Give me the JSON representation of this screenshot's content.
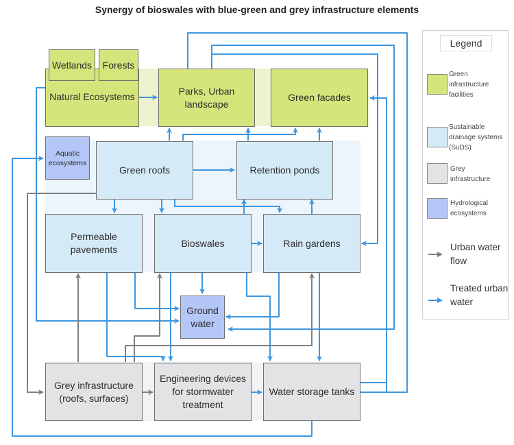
{
  "title": "Synergy of bioswales with blue-green and grey infrastructure elements",
  "colors": {
    "green_infrastructure": "#d6e47c",
    "suds": "#d5eaf7",
    "grey_infrastructure": "#e3e3e5",
    "hydrological": "#b4c6f6",
    "urban_water_flow": "#808080",
    "treated_urban_water": "#3d97e0"
  },
  "nodes": {
    "wetlands": "Wetlands",
    "forests": "Forests",
    "natural_ecosystems": "Natural Ecosystems",
    "parks": "Parks, Urban landscape",
    "green_facades": "Green facades",
    "aquatic": "Aquatic ecosystems",
    "green_roofs": "Green roofs",
    "retention_ponds": "Retention ponds",
    "permeable_pavements": "Permeable pavements",
    "bioswales": "Bioswales",
    "rain_gardens": "Rain gardens",
    "ground_water": "Ground water",
    "grey_infra": "Grey infrastructure (roofs, surfaces)",
    "engineering_devices": "Engineering devices for stormwater treatment",
    "water_storage": "Water storage tanks"
  },
  "legend": {
    "title": "Legend",
    "items": [
      {
        "label": "Green infrastructure facilities",
        "type": "swatch",
        "category": "green_infrastructure"
      },
      {
        "label": "Sustainable drainage systems (SuDS)",
        "type": "swatch",
        "category": "suds"
      },
      {
        "label": "Grey infrastructure",
        "type": "swatch",
        "category": "grey_infrastructure"
      },
      {
        "label": "Hydrological ecosystems",
        "type": "swatch",
        "category": "hydrological"
      },
      {
        "label": "Urban water flow",
        "type": "arrow",
        "category": "urban_water_flow"
      },
      {
        "label": "Treated urban water",
        "type": "arrow",
        "category": "treated_urban_water"
      }
    ]
  }
}
